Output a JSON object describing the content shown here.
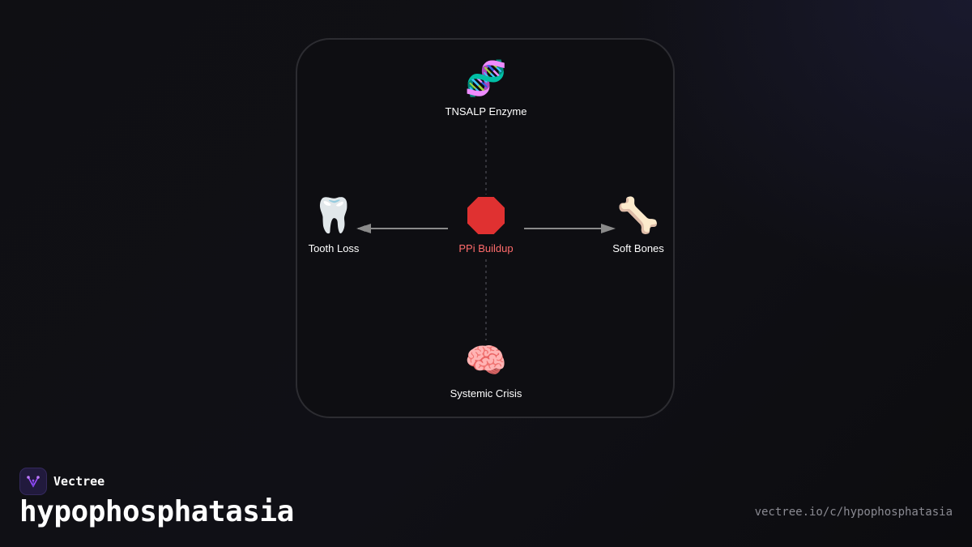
{
  "diagram": {
    "nodes": [
      {
        "id": "tnsalp",
        "icon": "dna-icon",
        "emoji": "🧬",
        "label": "TNSALP Enzyme",
        "color": "#ffffff"
      },
      {
        "id": "ppi",
        "icon": "stop-sign-icon",
        "label": "PPi Buildup",
        "color": "#ff6b6b"
      },
      {
        "id": "tooth",
        "icon": "tooth-icon",
        "emoji": "🦷",
        "label": "Tooth Loss",
        "color": "#ffffff"
      },
      {
        "id": "bones",
        "icon": "bone-icon",
        "emoji": "🦴",
        "label": "Soft Bones",
        "color": "#ffffff"
      },
      {
        "id": "crisis",
        "icon": "brain-icon",
        "emoji": "🧠",
        "label": "Systemic Crisis",
        "color": "#ffffff"
      }
    ],
    "edges": [
      {
        "from": "tnsalp",
        "to": "ppi",
        "style": "dashed"
      },
      {
        "from": "ppi",
        "to": "crisis",
        "style": "dashed"
      },
      {
        "from": "ppi",
        "to": "tooth",
        "style": "arrow"
      },
      {
        "from": "ppi",
        "to": "bones",
        "style": "arrow"
      }
    ]
  },
  "footer": {
    "brand_name": "Vectree",
    "title": "hypophosphatasia",
    "url": "vectree.io/c/hypophosphatasia"
  },
  "colors": {
    "background": "#0e0e12",
    "card_border": "#2c2c31",
    "alert": "#ff6b6b",
    "arrow": "#8a8a8a",
    "brand_accent": "#9b4dff"
  }
}
